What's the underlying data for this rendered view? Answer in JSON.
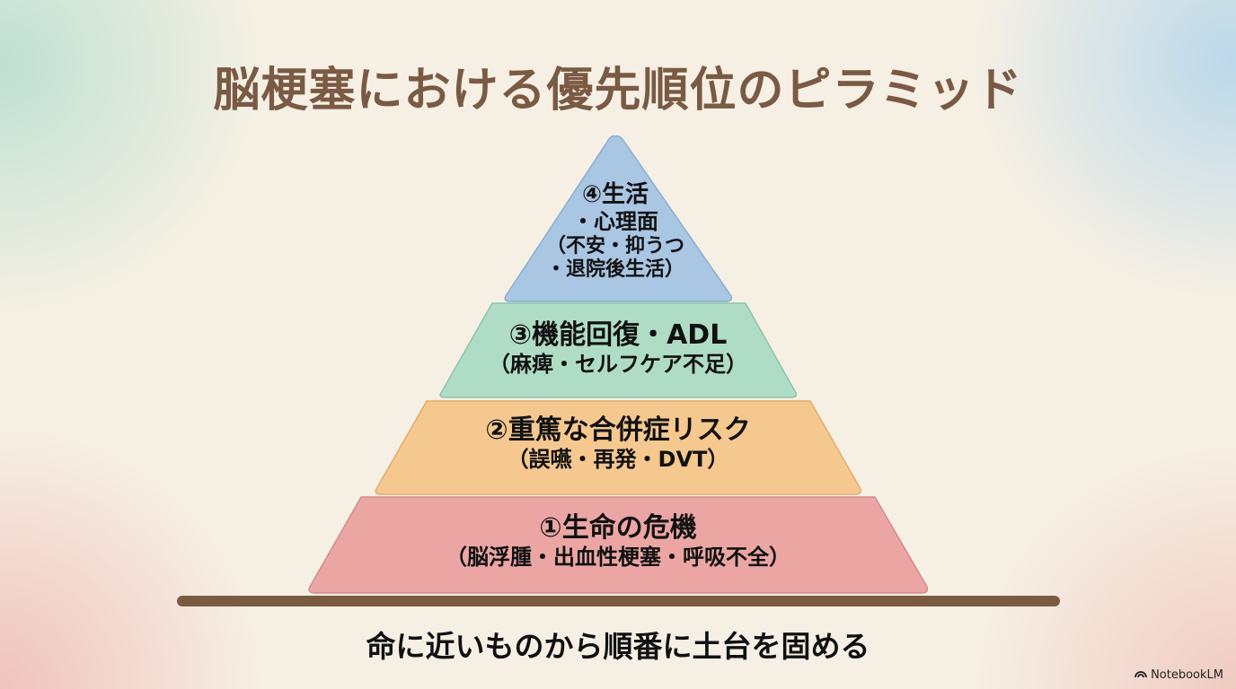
{
  "title": "脳梗塞における優先順位のピラミッド",
  "pyramid": {
    "levels": [
      {
        "main": "④生活",
        "lines": [
          "・心理面",
          "（不安・抑うつ",
          "・退院後生活）"
        ],
        "color": "#a9c6e2"
      },
      {
        "main": "③機能回復・ADL",
        "sub": "（麻痺・セルフケア不足）",
        "color": "#afdcc5"
      },
      {
        "main": "②重篤な合併症リスク",
        "sub": "（誤嚥・再発・DVT）",
        "color": "#f5c890"
      },
      {
        "main": "①生命の危機",
        "sub": "（脳浮腫・出血性梗塞・呼吸不全）",
        "color": "#eba6a4"
      }
    ]
  },
  "caption": "命に近いものから順番に土台を固める",
  "brand": "NotebookLM",
  "colors": {
    "title": "#7a5a43",
    "base_bar": "#7b5b40",
    "background": "#f6f0e4"
  }
}
